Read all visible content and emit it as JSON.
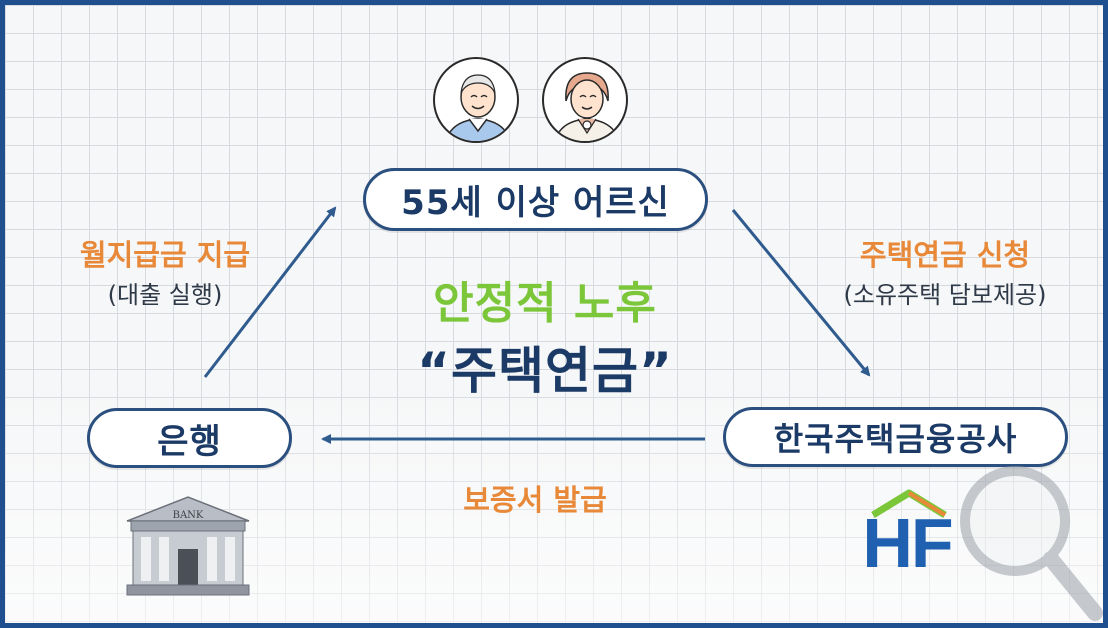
{
  "nodes": {
    "seniors": "55세 이상 어르신",
    "bank": "은행",
    "hf_corp": "한국주택금융공사"
  },
  "edges": {
    "bank_to_seniors": {
      "label": "월지급금 지급",
      "sub": "(대출 실행)"
    },
    "seniors_to_hf": {
      "label": "주택연금 신청",
      "sub": "(소유주택 담보제공)"
    },
    "hf_to_bank": {
      "label": "보증서 발급"
    }
  },
  "center": {
    "title": "안정적 노후",
    "subtitle": "“주택연금”"
  },
  "bank_sign": "BANK",
  "hf_logo_text": "HF",
  "colors": {
    "navy": "#1b3a66",
    "orange": "#e8893a",
    "green": "#7cc63a",
    "border": "#1f4f8f"
  }
}
